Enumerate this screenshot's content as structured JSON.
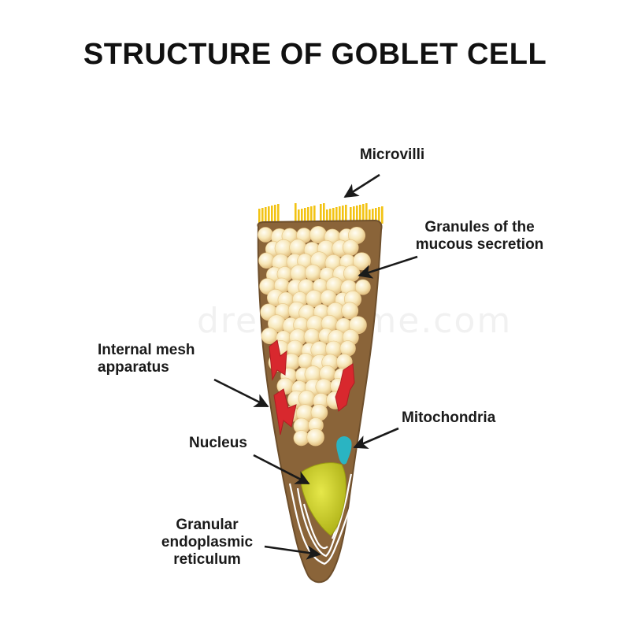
{
  "title": "STRUCTURE OF GOBLET CELL",
  "watermark": "dreamstime.com",
  "labels": {
    "microvilli": "Microvilli",
    "granules": [
      "Granules of the",
      "mucous secretion"
    ],
    "internal_mesh": [
      "Internal mesh",
      "apparatus"
    ],
    "mitochondria": "Mitochondria",
    "nucleus": "Nucleus",
    "granular_er": [
      "Granular",
      "endoplasmic",
      "reticulum"
    ]
  },
  "colors": {
    "cytoplasm": "#8a6439",
    "cytoplasm_edge": "#6e4f2c",
    "microvilli": "#f2c314",
    "granule": "#f7e7b8",
    "granule_shade": "#e5c486",
    "mesh": "#d8282e",
    "mitochondria": "#2ab4c2",
    "nucleus": "#c7c91a",
    "er": "#ffffff",
    "arrow": "#1a1a1a"
  }
}
